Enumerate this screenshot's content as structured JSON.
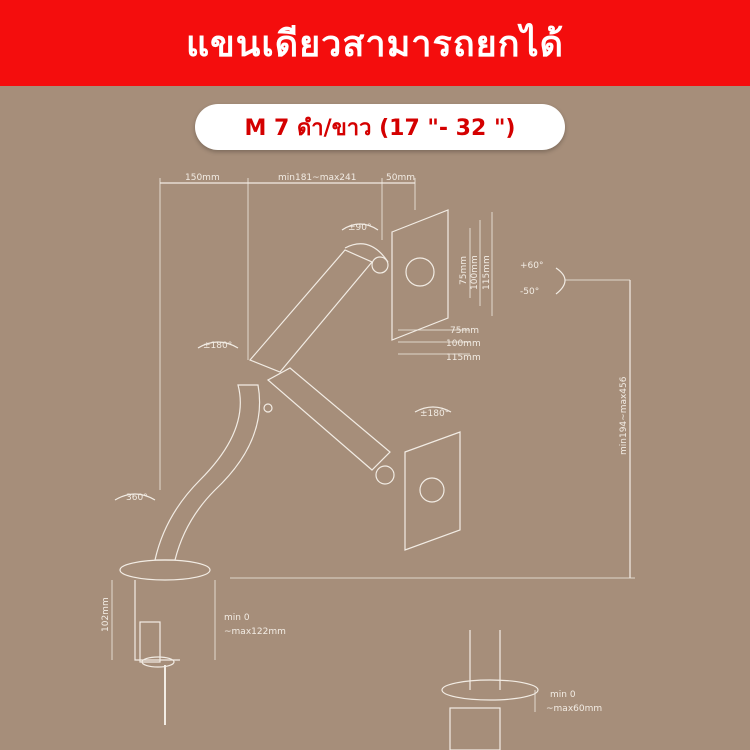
{
  "banner": {
    "title": "แขนเดียวสามารถยกได้"
  },
  "model_pill": {
    "text": "M 7 ดำ/ขาว (17 \"- 32 \")"
  },
  "dimensions": {
    "top_left": "150mm",
    "top_mid": "min181~max241",
    "top_right": "50mm",
    "rotate_90": "±90°",
    "rotate_180_upper": "±180°",
    "rotate_180_lower": "±180°",
    "swivel_360": "360°",
    "tilt_up": "+60°",
    "tilt_down": "-50°",
    "vesa_75_v": "75mm",
    "vesa_100_v": "100mm",
    "vesa_115_v": "115mm",
    "vesa_75_h": "75mm",
    "vesa_100_h": "100mm",
    "vesa_115_h": "115mm",
    "height_range": "min194~max456",
    "clamp_height": "102mm",
    "clamp_min": "min 0",
    "clamp_max": "~max122mm",
    "grommet_min": "min 0",
    "grommet_max": "~max60mm"
  },
  "colors": {
    "banner_red": "#f40d0d",
    "background": "#a68e7a",
    "line": "#f2ece4",
    "pill_text": "#d40000"
  }
}
